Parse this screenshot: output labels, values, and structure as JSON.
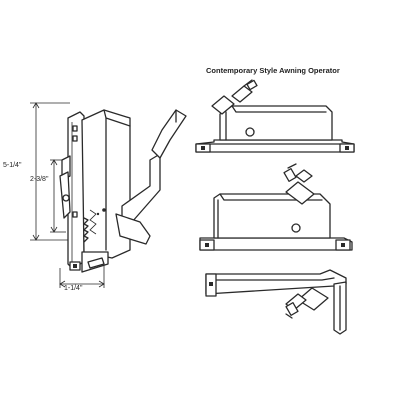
{
  "title": "Contemporary Style Awning Operator",
  "dimensions": {
    "overall_height": "5-1/4\"",
    "hole_spacing": "2-3/8\"",
    "base_width": "1-1/4\""
  },
  "views": [
    {
      "name": "side-view-operator",
      "icon": "awning-operator-side-drawing"
    },
    {
      "name": "top-view-operator-upper",
      "icon": "awning-operator-top-drawing"
    },
    {
      "name": "top-view-operator-lower",
      "icon": "awning-operator-angled-drawing"
    },
    {
      "name": "arm-view",
      "icon": "operator-arm-drawing"
    }
  ]
}
